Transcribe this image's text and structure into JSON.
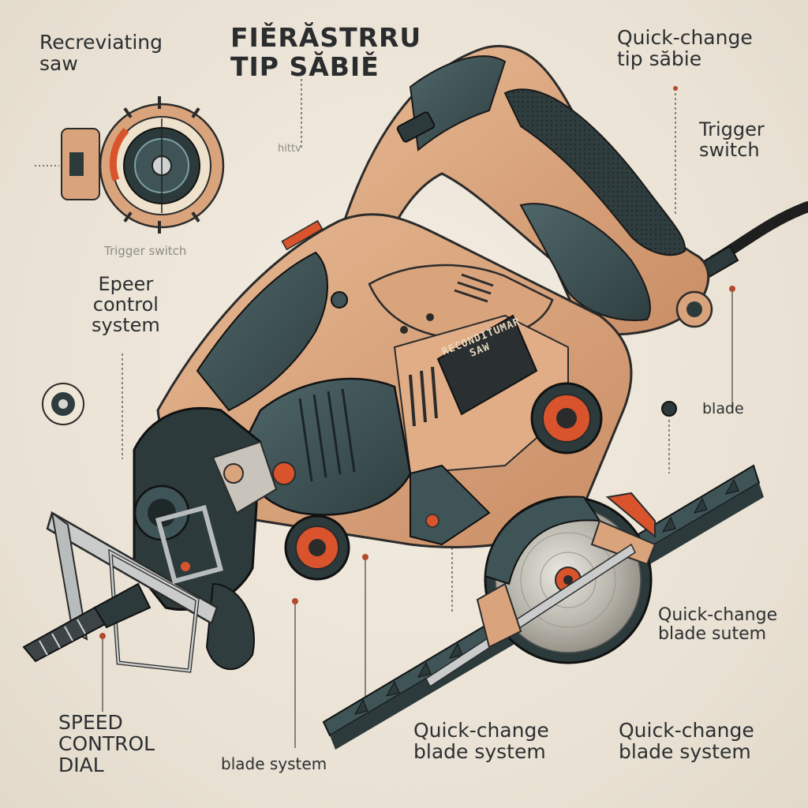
{
  "title": "FIĚRĂSTRRU\nTIP SĂBIĚ",
  "nameplate": {
    "line1": "RECONDITUMAR",
    "line2": "SAW"
  },
  "labels": {
    "recreviating_saw": "Recreviating\nsaw",
    "quick_change_tip": "Quick-change\ntip săbie",
    "trigger_switch": "Trigger\nswitch",
    "trigger_switch_faint": "Trigger switch",
    "hint_faint": "hittv",
    "epeer_control": "Epeer\ncontrol\nsystem",
    "blade": "blade",
    "quick_change_blade_sutem": "Quick-change\nblade sutem",
    "speed_control_dial": "SPEED\nCONTROL\nDIAL",
    "blade_system": "blade system",
    "quick_change_blade_system_center": "Quick-change\nblade system",
    "quick_change_blade_system_right": "Quick-change\nblade system"
  },
  "colors": {
    "body_tan": "#d9a47c",
    "body_shadow": "#b97d58",
    "slate": "#3f5457",
    "slate_dark": "#2c3a3c",
    "accent_orange": "#d9542c",
    "steel": "#b9bcbc",
    "outline": "#2b2b2b"
  }
}
